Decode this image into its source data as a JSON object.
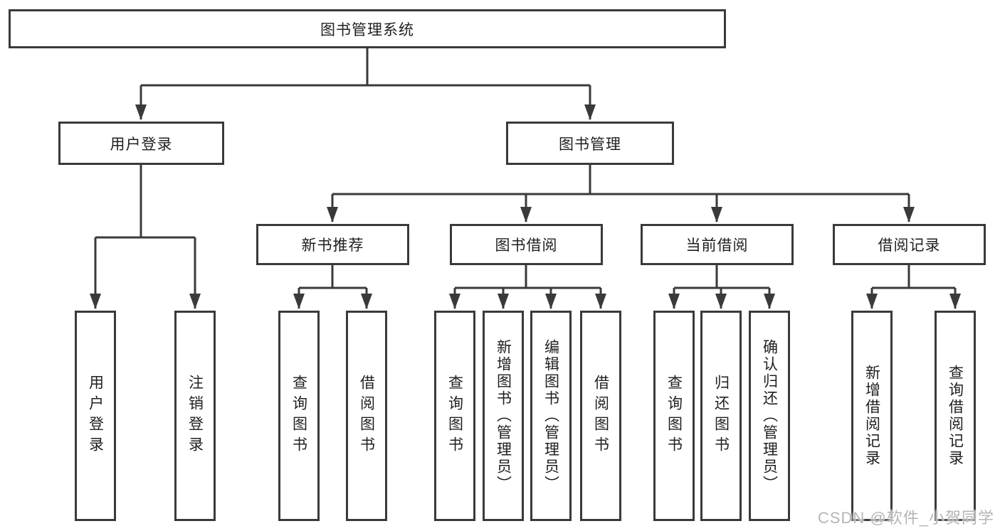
{
  "diagram": {
    "root": {
      "label": "图书管理系统"
    },
    "branches": {
      "user_login": {
        "label": "用户登录",
        "children": [
          {
            "label": "用户登录"
          },
          {
            "label": "注销登录"
          }
        ]
      },
      "book_mgmt": {
        "label": "图书管理",
        "groups": [
          {
            "label": "新书推荐",
            "children": [
              {
                "label": "查询图书"
              },
              {
                "label": "借阅图书"
              }
            ]
          },
          {
            "label": "图书借阅",
            "children": [
              {
                "label": "查询图书"
              },
              {
                "label": "新增图书（管理员）"
              },
              {
                "label": "编辑图书（管理员）"
              },
              {
                "label": "借阅图书"
              }
            ]
          },
          {
            "label": "当前借阅",
            "children": [
              {
                "label": "查询图书"
              },
              {
                "label": "归还图书"
              },
              {
                "label": "确认归还（管理员）"
              }
            ]
          },
          {
            "label": "借阅记录",
            "children": [
              {
                "label": "新增借阅记录"
              },
              {
                "label": "查询借阅记录"
              }
            ]
          }
        ]
      }
    },
    "colors": {
      "line": "#3a3a3a",
      "text": "#1f1f1f",
      "background": "#ffffff",
      "watermark": "#b5b5b5"
    },
    "watermark": "CSDN @软件_小贺同学"
  }
}
